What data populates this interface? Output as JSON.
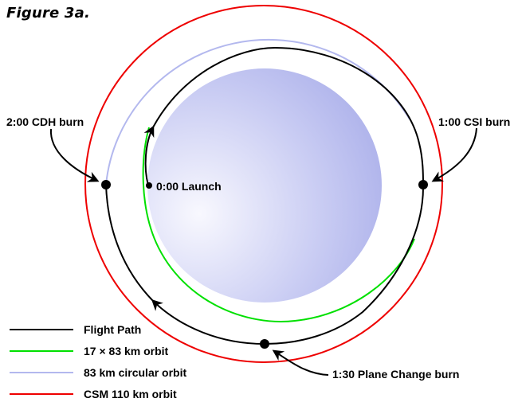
{
  "figure": {
    "title": "Figure 3a."
  },
  "colors": {
    "flight_path": "#000000",
    "orbit_17x83": "#00e000",
    "orbit_83_circular": "#b3b8ee",
    "csm_orbit": "#ee0000",
    "planet_light": "#f4f4fd",
    "planet_dark": "#a9aeea"
  },
  "events": [
    {
      "id": "launch",
      "label": "0:00 Launch"
    },
    {
      "id": "csi",
      "label": "1:00 CSI burn"
    },
    {
      "id": "plane_change",
      "label": "1:30 Plane Change burn"
    },
    {
      "id": "cdh",
      "label": "2:00 CDH burn"
    }
  ],
  "legend": [
    {
      "label": "Flight Path",
      "color": "#000000"
    },
    {
      "label": "17 × 83 km orbit",
      "color": "#00e000"
    },
    {
      "label": "83 km circular orbit",
      "color": "#b3b8ee"
    },
    {
      "label": "CSM 110 km orbit",
      "color": "#ee0000"
    }
  ]
}
